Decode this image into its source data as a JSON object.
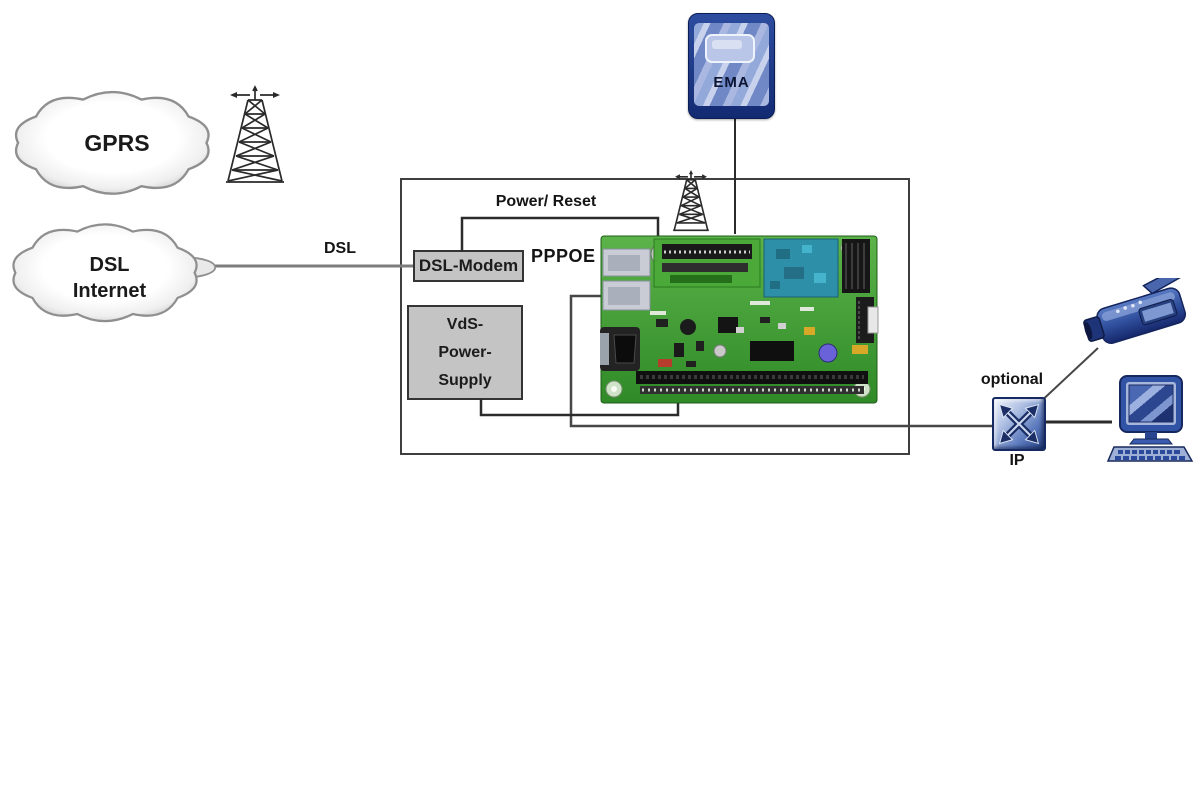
{
  "diagram": {
    "gprs_cloud": {
      "label": "GPRS"
    },
    "dsl_cloud": {
      "line1": "DSL",
      "line2": "Internet"
    },
    "dsl_link_label": "DSL",
    "power_reset_label": "Power/ Reset",
    "pppoe_label": "PPPOE",
    "dsl_modem": {
      "label": "DSL-Modem"
    },
    "vds_power_supply": {
      "line1": "VdS-",
      "line2": "Power-",
      "line3": "Supply"
    },
    "ema_device": {
      "label": "EMA"
    },
    "ip_switch": {
      "note": "optional",
      "label": "IP"
    },
    "icons": {
      "gprs_tower": "radio-tower-icon",
      "board_antenna": "antenna-icon",
      "ema": "ema-device-icon",
      "ip_switch": "ip-switch-icon",
      "camera": "video-camera-icon",
      "workstation": "desktop-computer-icon",
      "board": "circuit-board-image"
    },
    "colors": {
      "cloud_fill": "#f4f4f4",
      "cloud_edge": "#9a9a9a",
      "gray_box_fill": "#c4c4c4",
      "gray_box_border": "#343434",
      "line_dark": "#2b2b2b",
      "line_gray": "#7d7d7d",
      "device_blue": "#2b4a9e",
      "pcb_green": "#3f9b33"
    }
  }
}
